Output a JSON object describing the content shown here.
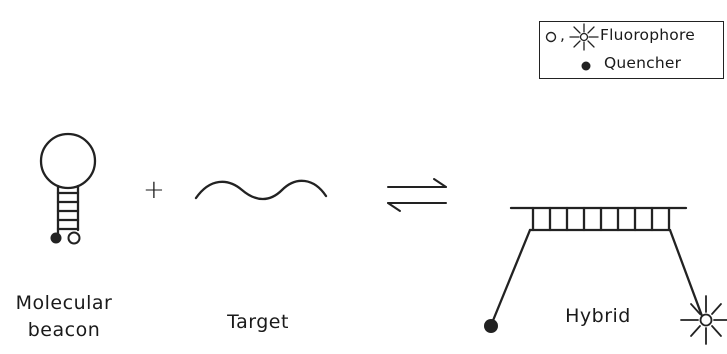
{
  "legend": {
    "fluorophore_symbols_separator": ",",
    "fluorophore_label": "Fluorophore",
    "quencher_label": "Quencher"
  },
  "operator": "+",
  "labels": {
    "molecular_beacon": "Molecular beacon",
    "target": "Target",
    "hybrid": "Hybrid"
  },
  "colors": {
    "line": "#222222",
    "quencher": "#222222",
    "fluorophore_fill": "#ffffff"
  }
}
